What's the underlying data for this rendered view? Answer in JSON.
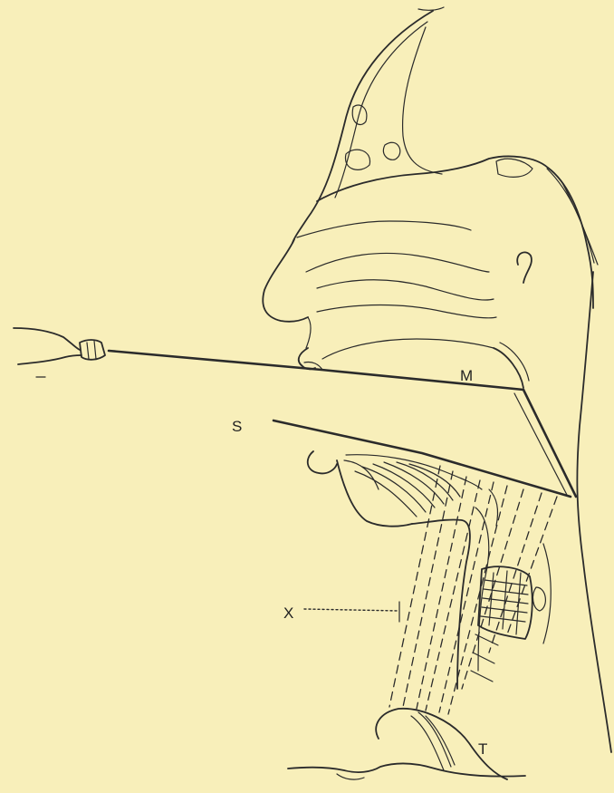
{
  "figure": {
    "labels": {
      "m": "M",
      "s": "S",
      "x": "X",
      "t": "T"
    },
    "colors": {
      "paper": "#f8efba",
      "ink": "#2b2b2b"
    }
  }
}
